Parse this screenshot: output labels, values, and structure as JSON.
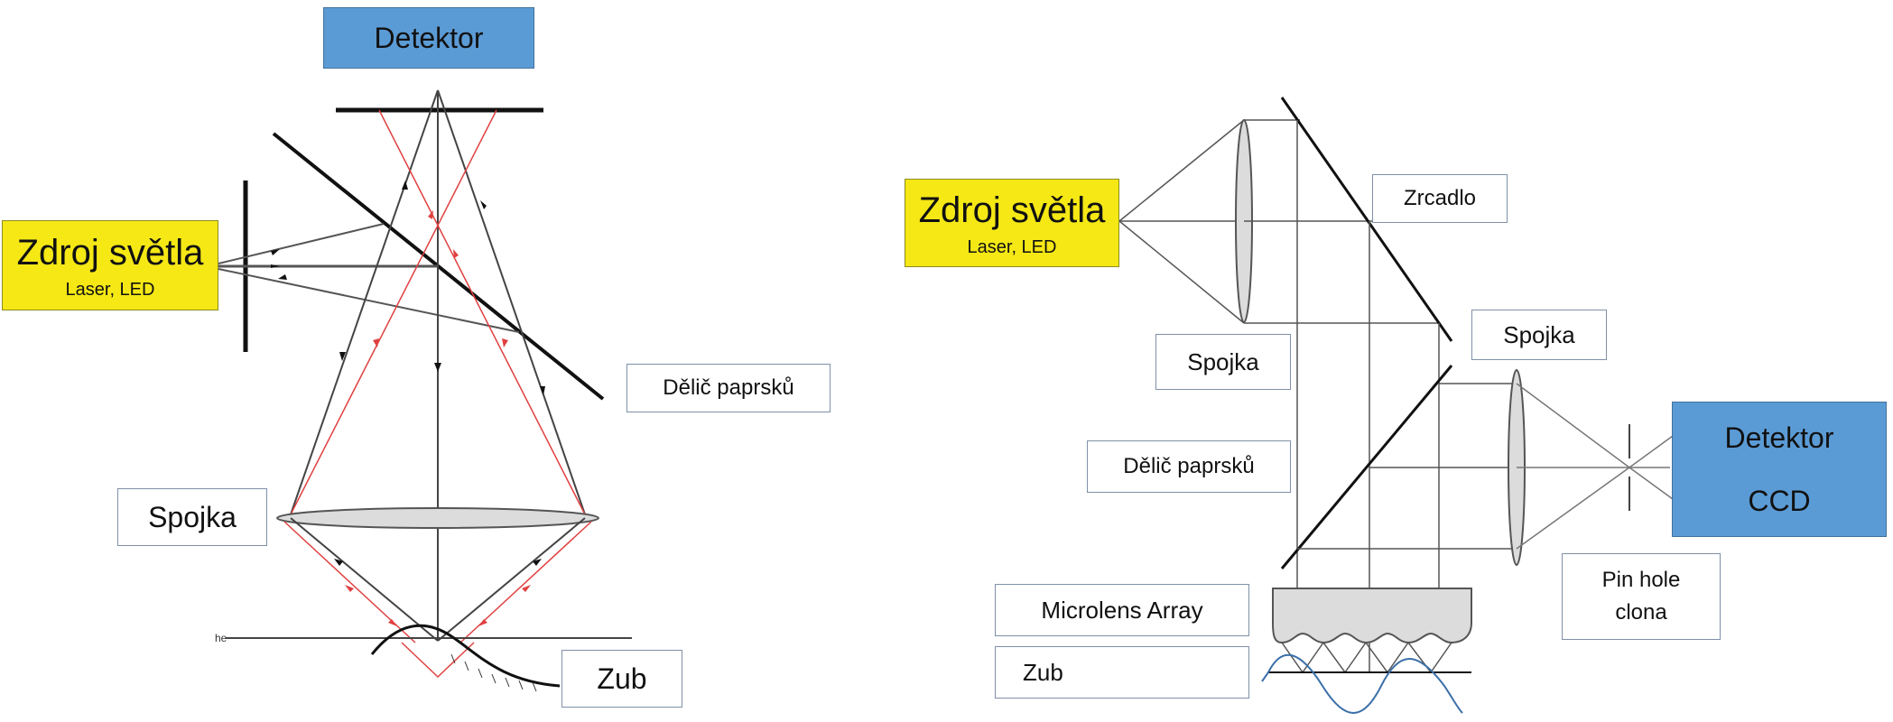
{
  "left": {
    "detector": "Detektor",
    "source_title": "Zdroj světla",
    "source_subtitle": "Laser, LED",
    "beam_splitter": "Dělič paprsků",
    "lens": "Spojka",
    "tooth": "Zub",
    "axis_mark": "he"
  },
  "right": {
    "source_title": "Zdroj světla",
    "source_subtitle": "Laser, LED",
    "mirror": "Zrcadlo",
    "lens_left": "Spojka",
    "lens_right": "Spojka",
    "beam_splitter": "Dělič paprsků",
    "detector_line1": "Detektor",
    "detector_line2": "CCD",
    "pinhole_line1": "Pin hole",
    "pinhole_line2": "clona",
    "microlens": "Microlens Array",
    "tooth": "Zub"
  },
  "colors": {
    "detector_fill": "#5b9bd5",
    "source_fill": "#f5e815",
    "red_ray": "#e04040",
    "tooth_curve_right": "#3a6fa8"
  }
}
